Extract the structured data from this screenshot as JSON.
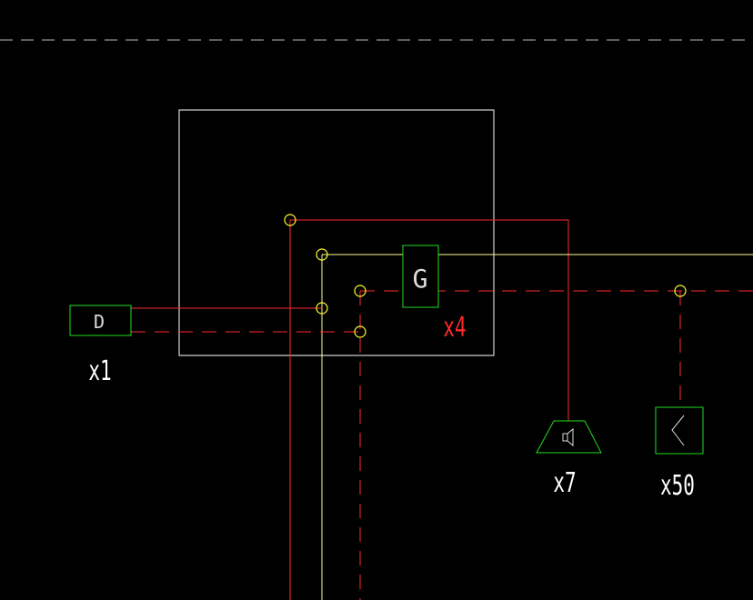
{
  "colors": {
    "background": "#000000",
    "frame": "#ffffff",
    "wire_red": "#ff2a2a",
    "wire_yellow": "#ffff99",
    "symbol_green": "#22dd22",
    "node_yellow": "#ffff33",
    "label_white": "#ffffff",
    "label_red": "#ff2a2a"
  },
  "symbols": {
    "detector": {
      "glyph": "D",
      "count": "x1"
    },
    "generator": {
      "glyph": "G",
      "count": "x4"
    },
    "speaker": {
      "icon": "speaker-icon",
      "count": "x7"
    },
    "flash_module": {
      "icon": "zigzag-icon",
      "count": "x50"
    }
  }
}
